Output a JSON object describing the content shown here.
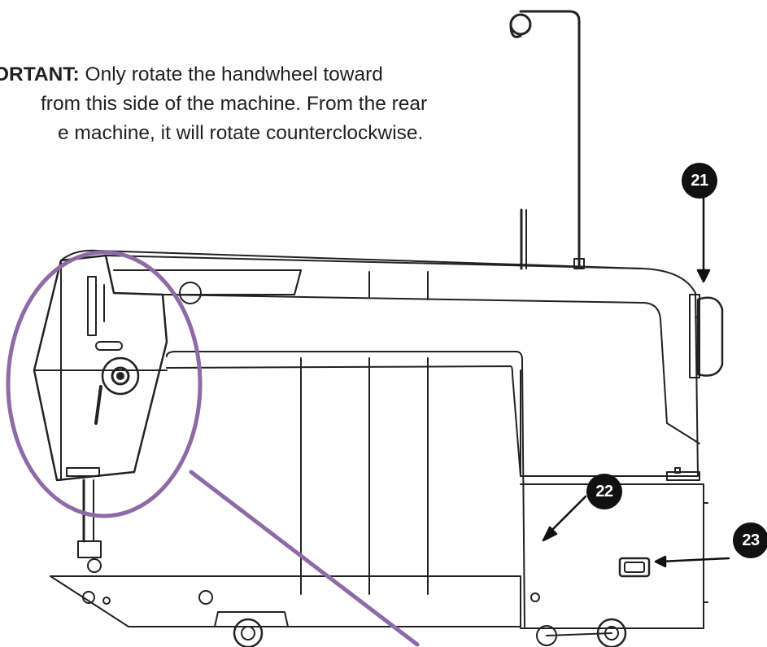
{
  "note": {
    "label": "ORTANT:",
    "line1": "Only rotate the handwheel toward",
    "line2": "from this side of the machine. From the rear",
    "line3": "e machine, it will rotate counterclockwise."
  },
  "callouts": [
    "21",
    "22",
    "23"
  ],
  "colors": {
    "line": "#222222",
    "highlight": "#8e6aa6",
    "callout_bg": "#111111",
    "callout_text": "#ffffff",
    "text": "#231f20"
  }
}
